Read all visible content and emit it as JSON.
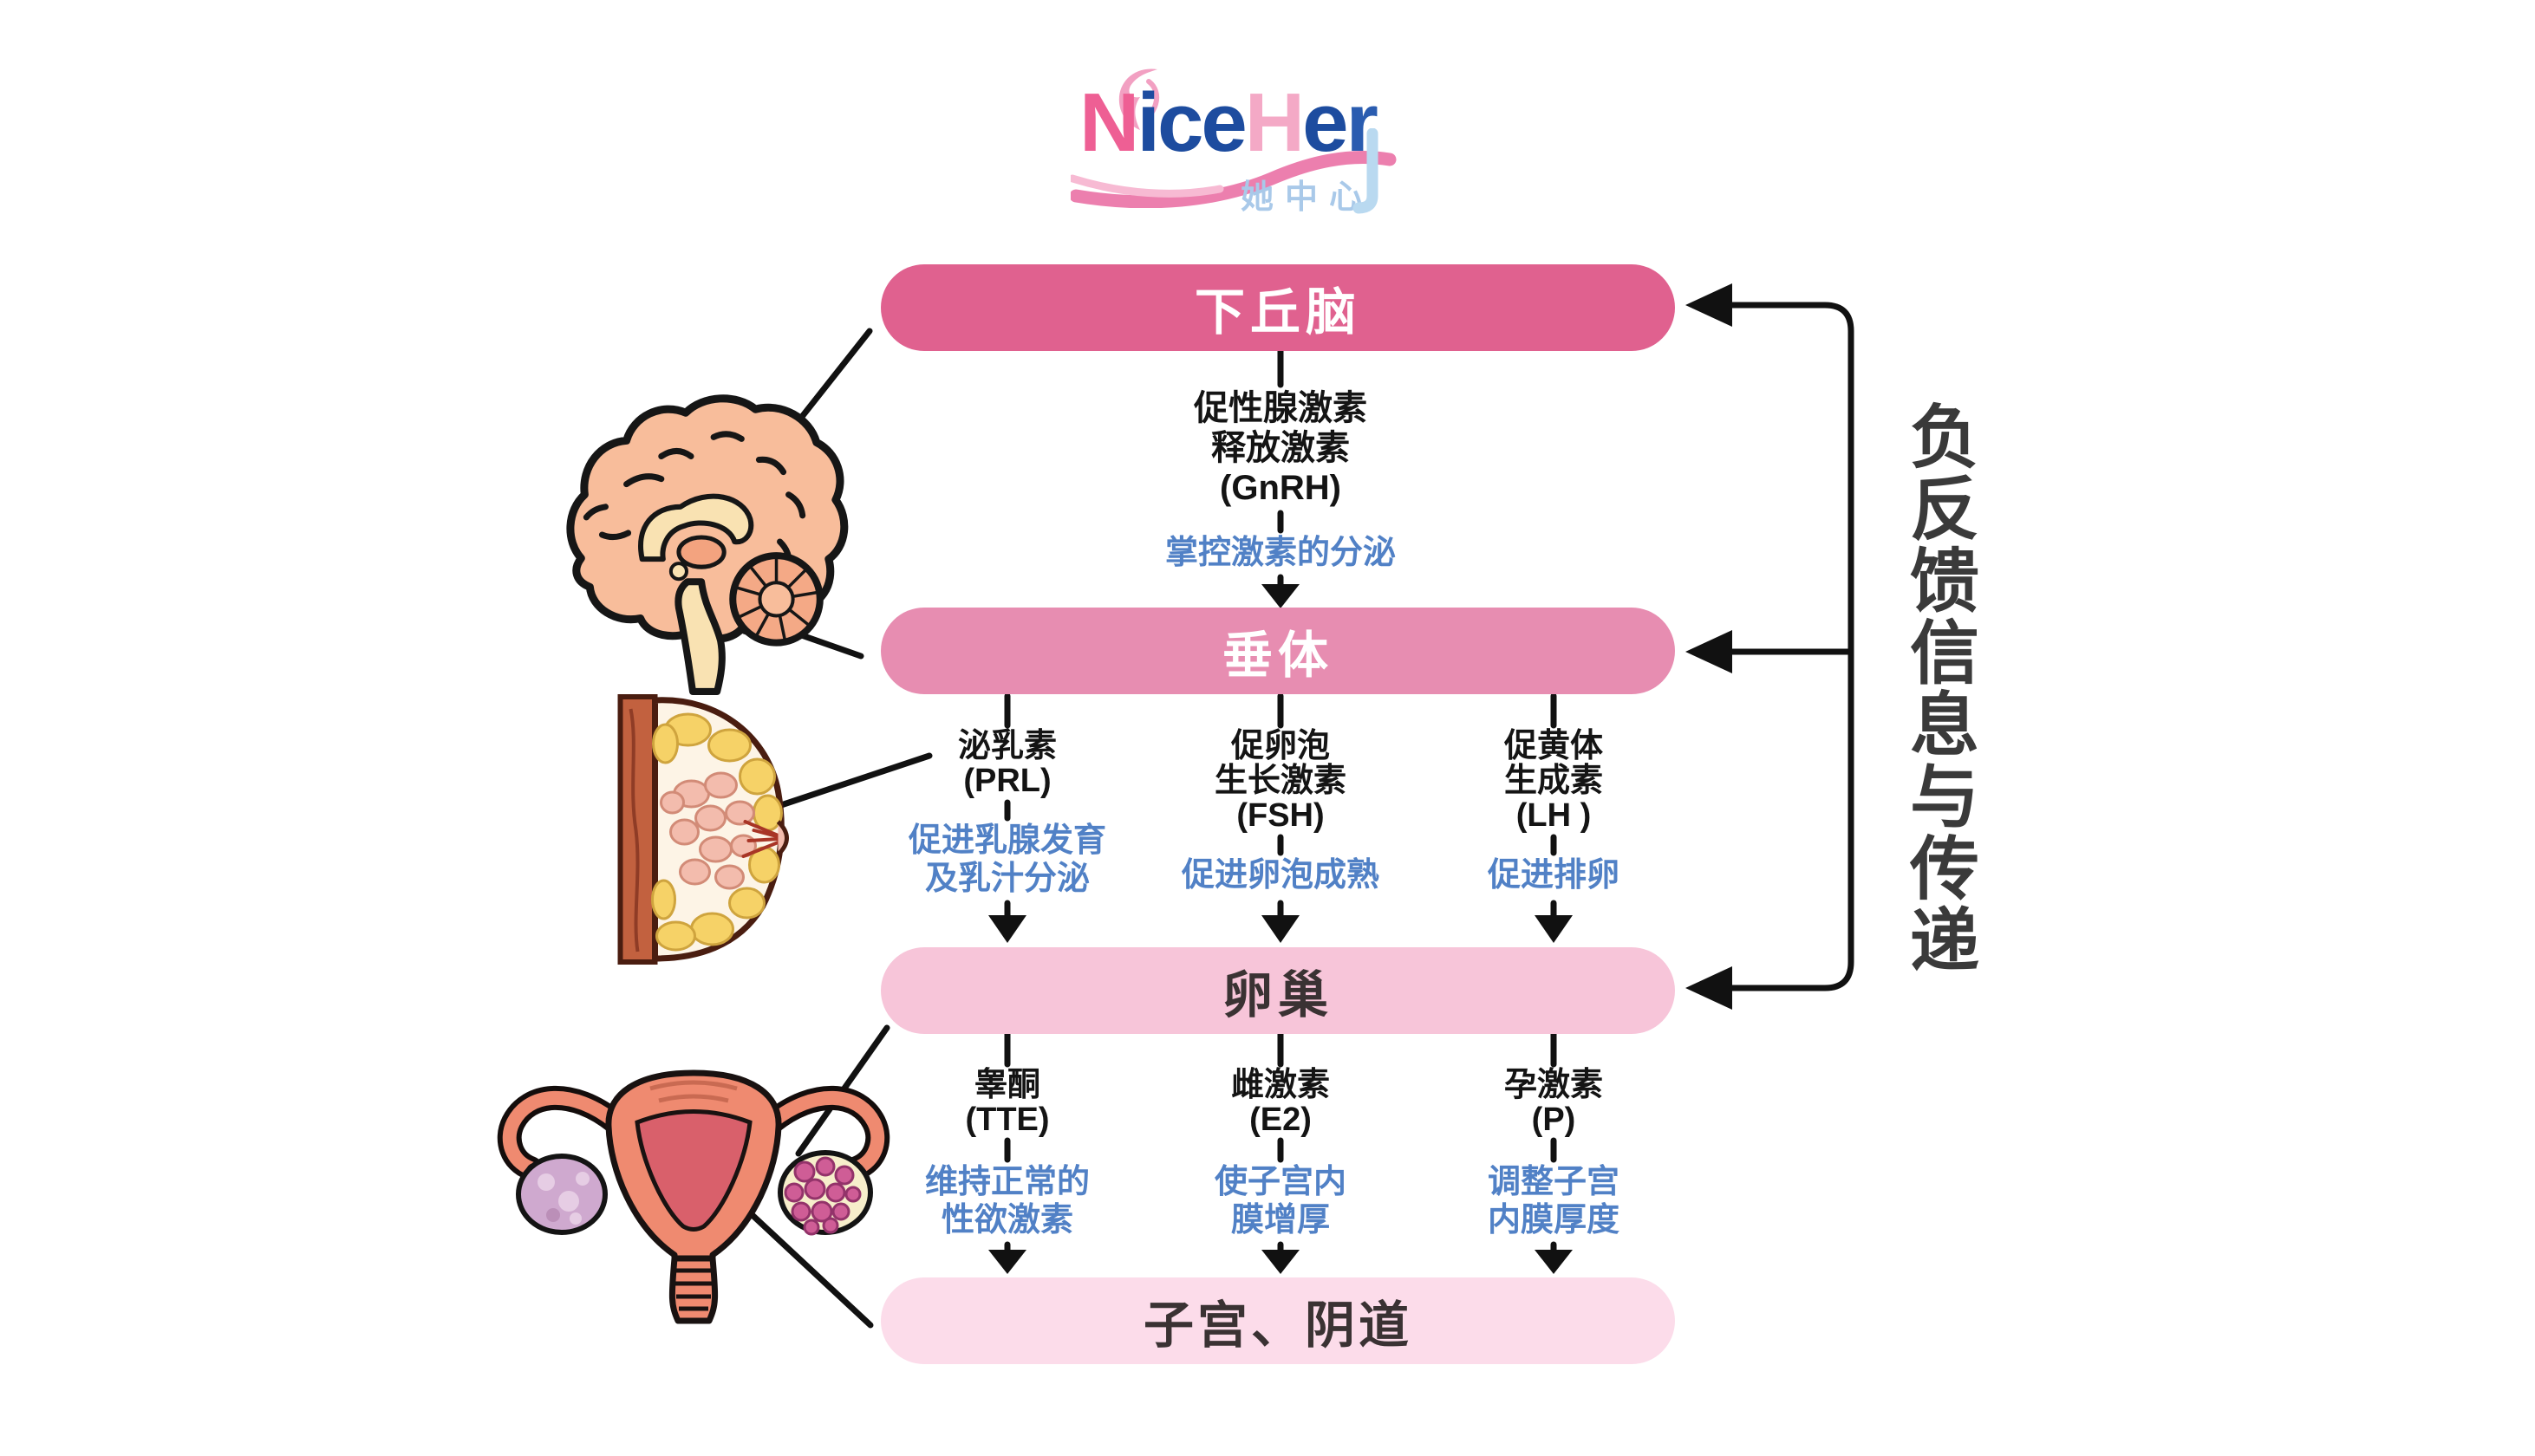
{
  "logo": {
    "wordmark": [
      {
        "text": "N"
      },
      {
        "text": "ice"
      },
      {
        "text": "H"
      },
      {
        "text": "e"
      },
      {
        "text": "r"
      }
    ],
    "subtitle": "她中心"
  },
  "chain": [
    {
      "label": "下丘脑"
    },
    {
      "label": "垂体"
    },
    {
      "label": "卵巢"
    },
    {
      "label": "子宫、阴道"
    }
  ],
  "gnrh": {
    "name": "促性腺激素\n释放激素\n(GnRH)",
    "effect": "掌控激素的分泌"
  },
  "pituitary_hormones": [
    {
      "name": "泌乳素\n(PRL)",
      "effect": "促进乳腺发育\n及乳汁分泌"
    },
    {
      "name": "促卵泡\n生长激素\n(FSH)",
      "effect": "促进卵泡成熟"
    },
    {
      "name": "促黄体\n生成素\n(LH )",
      "effect": "促进排卵"
    }
  ],
  "ovarian_hormones": [
    {
      "name": "睾酮\n(TTE)",
      "effect": "维持正常的\n性欲激素"
    },
    {
      "name": "雌激素\n(E2)",
      "effect": "使子宫内\n膜增厚"
    },
    {
      "name": "孕激素\n(P)",
      "effect": "调整子宫\n内膜厚度"
    }
  ],
  "feedback": {
    "label": "负反馈信息与传递"
  },
  "illustrations": [
    "brain",
    "breast",
    "uterus"
  ],
  "colors": {
    "hypothalamus_box": "#e0618f",
    "pituitary_box": "#e78db1",
    "ovary_box": "#f7c5d9",
    "uterus_box": "#fcdcea",
    "effect_text_blue": "#5181c6",
    "hormone_text_black": "#141414",
    "feedback_text": "#3a3a3a",
    "logo_pink": "#ee5f94",
    "logo_blue": "#1d4c9f",
    "logo_light_pink": "#f4a9c6",
    "logo_light_blue": "#a9c9e9"
  }
}
